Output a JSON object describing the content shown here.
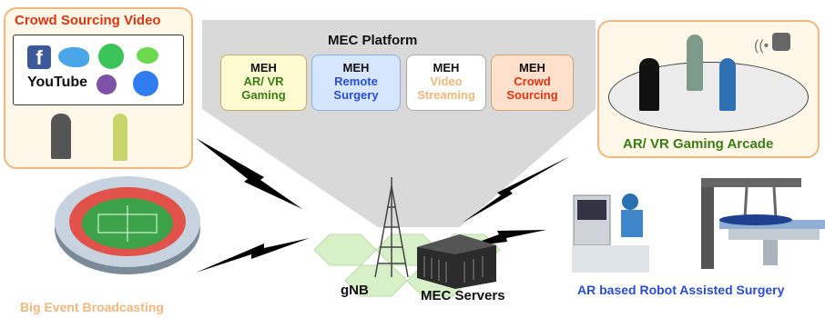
{
  "crowd_panel": {
    "title": "Crowd Sourcing Video",
    "apps": [
      "YouTube"
    ]
  },
  "mec_platform": {
    "title": "MEC Platform",
    "hosts": [
      {
        "head": "MEH",
        "label": "AR/ VR Gaming",
        "color": "#3a7d14"
      },
      {
        "head": "MEH",
        "label": "Remote Surgery",
        "color": "#2a4dd6"
      },
      {
        "head": "MEH",
        "label": "Video Streaming",
        "color": "#f2b77c"
      },
      {
        "head": "MEH",
        "label": "Crowd Sourcing",
        "color": "#e23311"
      }
    ]
  },
  "arcade_panel": {
    "title": "AR/ VR Gaming Arcade"
  },
  "labels": {
    "broadcast": "Big Event Broadcasting",
    "gnb": "gNB",
    "mec_servers": "MEC Servers",
    "surgery": "AR based Robot Assisted Surgery"
  },
  "colors": {
    "panel_fill": "#fff8e8",
    "panel_border": "#f2b77c",
    "platform_fill": "#d9d9d9",
    "hex_fill": "#d7f0c8"
  }
}
